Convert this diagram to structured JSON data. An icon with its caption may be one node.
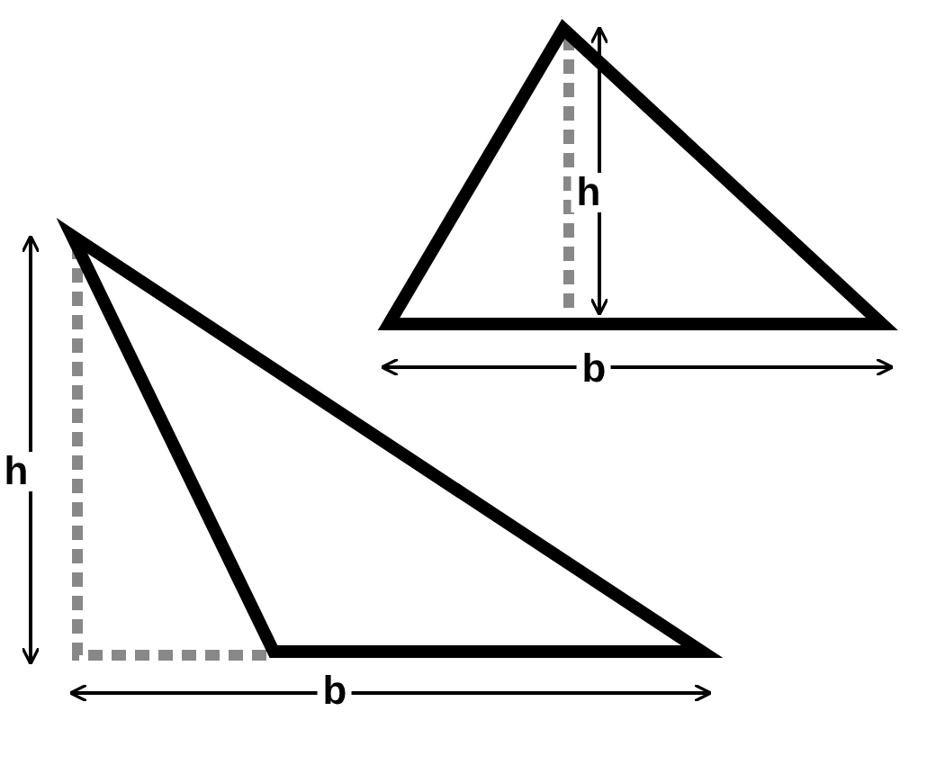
{
  "diagram": {
    "labels": [
      "h",
      "b",
      "h",
      "b"
    ]
  }
}
